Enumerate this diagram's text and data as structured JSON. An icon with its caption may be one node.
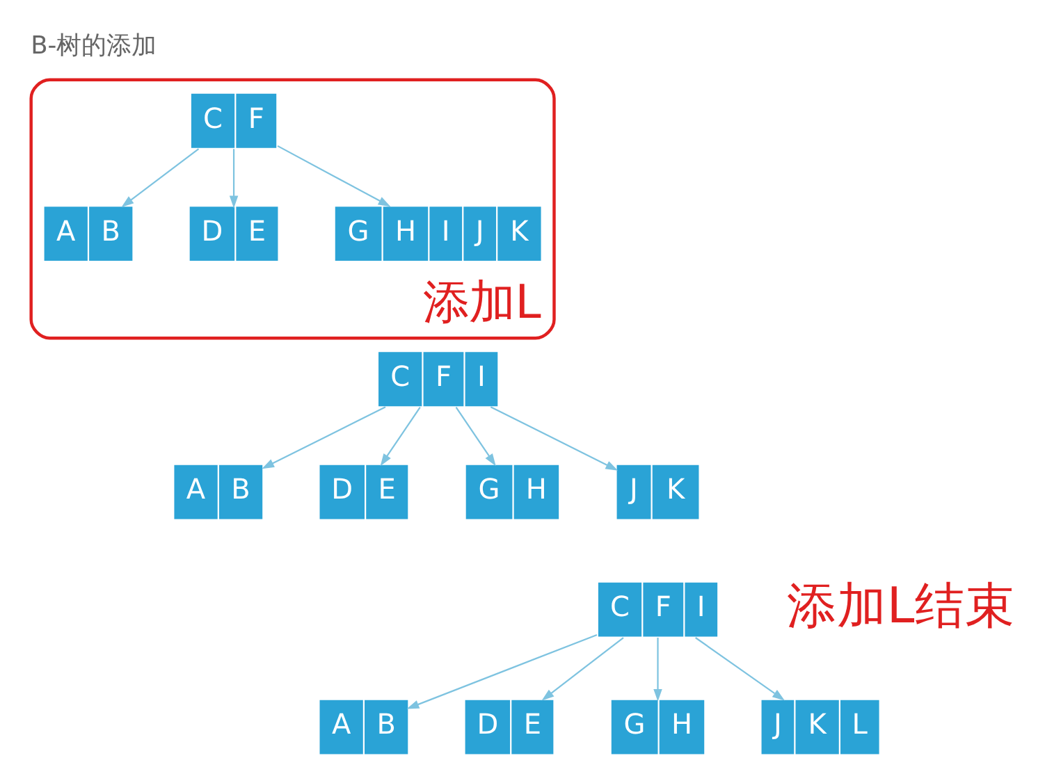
{
  "diagram": {
    "title": "B-树的添加",
    "nodes": [
      {
        "text": [
          "添加L"
        ]
      },
      {
        "text": [
          "C",
          "F"
        ],
        "in": 0
      },
      {
        "text": [
          "A",
          "B"
        ],
        "in": 0
      },
      {
        "text": [
          "D",
          "E"
        ],
        "in": 0
      },
      {
        "text": [
          "G",
          "H",
          "I",
          "J",
          "K"
        ],
        "in": 0
      },
      {
        "text": [
          "C",
          "F",
          "I"
        ]
      },
      {
        "text": [
          "A",
          "B"
        ]
      },
      {
        "text": [
          "D",
          "E"
        ]
      },
      {
        "text": [
          "G",
          "H"
        ]
      },
      {
        "text": [
          "J",
          "K"
        ]
      },
      {
        "text": [
          "C",
          "F",
          "I"
        ]
      },
      {
        "text": [
          "A",
          "B"
        ]
      },
      {
        "text": [
          "D",
          "E"
        ]
      },
      {
        "text": [
          "G",
          "H"
        ]
      },
      {
        "text": [
          "J",
          "K",
          "L"
        ]
      }
    ],
    "edges": [
      {
        "from": 1,
        "to": 2,
        "arrow": "to"
      },
      {
        "from": 1,
        "to": 3,
        "arrow": "to"
      },
      {
        "from": 1,
        "to": 4,
        "arrow": "to"
      },
      {
        "from": 5,
        "to": 6,
        "arrow": "to"
      },
      {
        "from": 5,
        "to": 7,
        "arrow": "to"
      },
      {
        "from": 5,
        "to": 8,
        "arrow": "to"
      },
      {
        "from": 5,
        "to": 9,
        "arrow": "to"
      },
      {
        "from": 10,
        "to": 11,
        "arrow": "to"
      },
      {
        "from": 10,
        "to": 12,
        "arrow": "to"
      },
      {
        "from": 10,
        "to": 13,
        "arrow": "to"
      },
      {
        "from": 10,
        "to": 14,
        "arrow": "to"
      }
    ],
    "labels": [
      "添加L结束"
    ]
  }
}
